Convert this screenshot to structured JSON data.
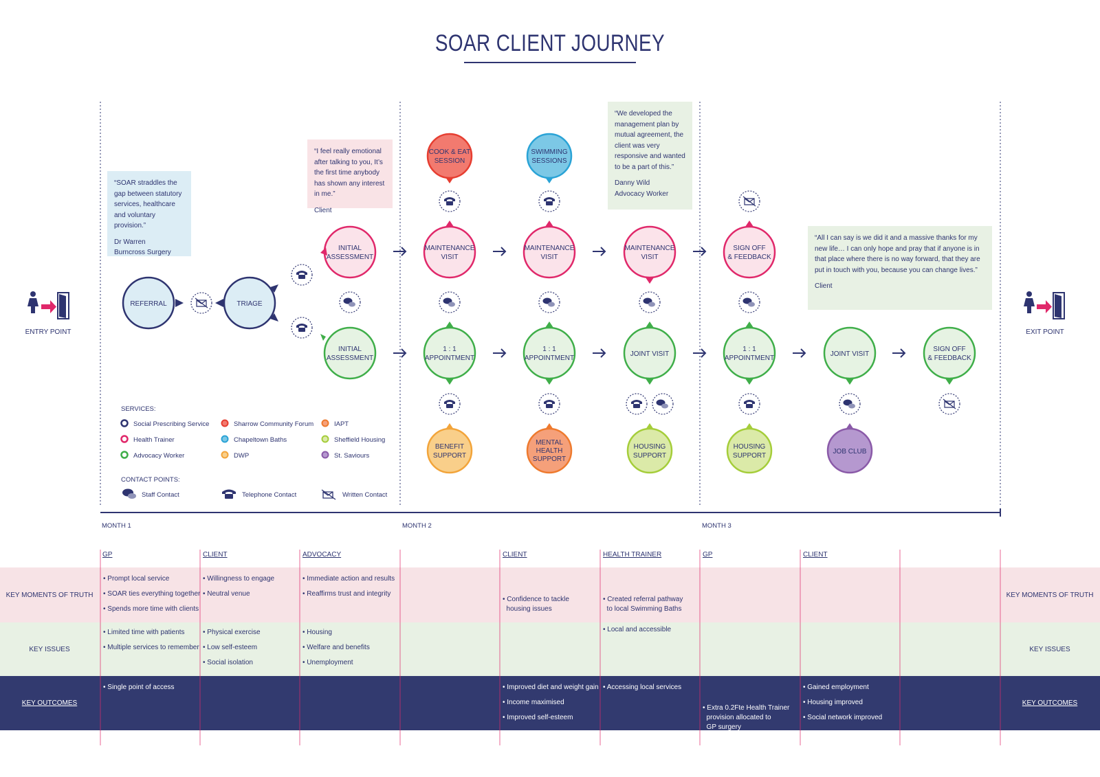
{
  "title": "SOAR CLIENT JOURNEY",
  "entry_label": "ENTRY POINT",
  "exit_label": "EXIT POINT",
  "colors": {
    "navy": "#2e3470",
    "health_trainer": "#e0286a",
    "advocacy": "#3fae49",
    "sharrow": "#e63e31",
    "chapeltown": "#2aa3d6",
    "dwp": "#f2a43a",
    "iapt": "#ee7a2e",
    "sheffield_housing": "#a5cd3a",
    "st_saviours": "#8a5aa8",
    "pink_band": "#f7e3e6",
    "green_band": "#e8f1e4",
    "navy_band": "#323a6f"
  },
  "quotes": {
    "q1": {
      "text": "“SOAR straddles the gap between statutory services, healthcare and voluntary provision.”",
      "attr1": "Dr Warren",
      "attr2": "Burncross Surgery"
    },
    "q2": {
      "text": "“I feel really emotional after talking to you, It’s the first time anybody has shown any interest in me.”",
      "attr1": "Client"
    },
    "q3": {
      "text": "“We developed the management plan by mutual agreement, the client was very responsive and wanted to be a part of this.”",
      "attr1": "Danny Wild",
      "attr2": "Advocacy Worker"
    },
    "q4": {
      "text": "“All I can say is we did it and a massive thanks for my new life… I can only hope and pray that if anyone is in that place where there is no way forward, that they are put in touch with you, because you can change lives.”",
      "attr1": "Client"
    }
  },
  "nodes": {
    "referral": "REFERRAL",
    "triage": "TRIAGE",
    "initial_assessment": [
      "INITIAL",
      "ASSESSMENT"
    ],
    "maintenance_visit": [
      "MAINTENANCE",
      "VISIT"
    ],
    "sign_off_feedback": [
      "SIGN OFF",
      "& FEEDBACK"
    ],
    "one_to_one": [
      "1 : 1",
      "APPOINTMENT"
    ],
    "joint_visit": "JOINT VISIT",
    "cook_eat": [
      "COOK & EAT",
      "SESSION"
    ],
    "swimming": [
      "SWIMMING",
      "SESSIONS"
    ],
    "benefit_support": [
      "BENEFIT",
      "SUPPORT"
    ],
    "mental_health": [
      "MENTAL",
      "HEALTH",
      "SUPPORT"
    ],
    "housing_support": [
      "HOUSING",
      "SUPPORT"
    ],
    "job_club": "JOB CLUB"
  },
  "legend": {
    "services_title": "SERVICES:",
    "services": [
      "Social Prescribing Service",
      "Health Trainer",
      "Advocacy Worker",
      "Sharrow Community Forum",
      "Chapeltown Baths",
      "DWP",
      "IAPT",
      "Sheffield Housing",
      "St. Saviours"
    ],
    "contact_title": "CONTACT POINTS:",
    "contacts": [
      "Staff Contact",
      "Telephone Contact",
      "Written Contact"
    ]
  },
  "months": [
    "MONTH 1",
    "MONTH 2",
    "MONTH 3"
  ],
  "columns": [
    "GP",
    "CLIENT",
    "ADVOCACY",
    "CLIENT",
    "HEALTH TRAINER",
    "GP",
    "CLIENT"
  ],
  "rows": {
    "moments": "KEY MOMENTS OF TRUTH",
    "issues": "KEY ISSUES",
    "outcomes": "KEY OUTCOMES"
  },
  "moments": {
    "gp": [
      "• Prompt local service",
      "• SOAR ties everything together",
      "• Spends more time with clients"
    ],
    "client": [
      "• Willingness to engage",
      "• Neutral venue"
    ],
    "advocacy": [
      "• Immediate action and results",
      "• Reaffirms trust and integrity"
    ],
    "client2": [
      "• Confidence to tackle",
      "  housing issues"
    ],
    "health_trainer": [
      "• Created referral pathway",
      "  to local Swimming Baths",
      "• Local and accessible"
    ]
  },
  "issues": {
    "gp": [
      "• Limited time with patients",
      "• Multiple services to remember"
    ],
    "client": [
      "• Physical exercise",
      "• Low self-esteem",
      "• Social isolation"
    ],
    "advocacy": [
      "• Housing",
      "• Welfare and benefits",
      "• Unemployment"
    ]
  },
  "outcomes": {
    "gp": [
      "• Single point of access"
    ],
    "client2": [
      "• Improved diet and weight gain",
      "• Income maximised",
      "• Improved self-esteem"
    ],
    "health_trainer": [
      "• Accessing local services"
    ],
    "gp2": [
      "• Extra 0.2Fte Health Trainer",
      "  provision allocated to",
      "  GP surgery"
    ],
    "client3": [
      "• Gained employment",
      "• Housing improved",
      "• Social network improved"
    ]
  }
}
